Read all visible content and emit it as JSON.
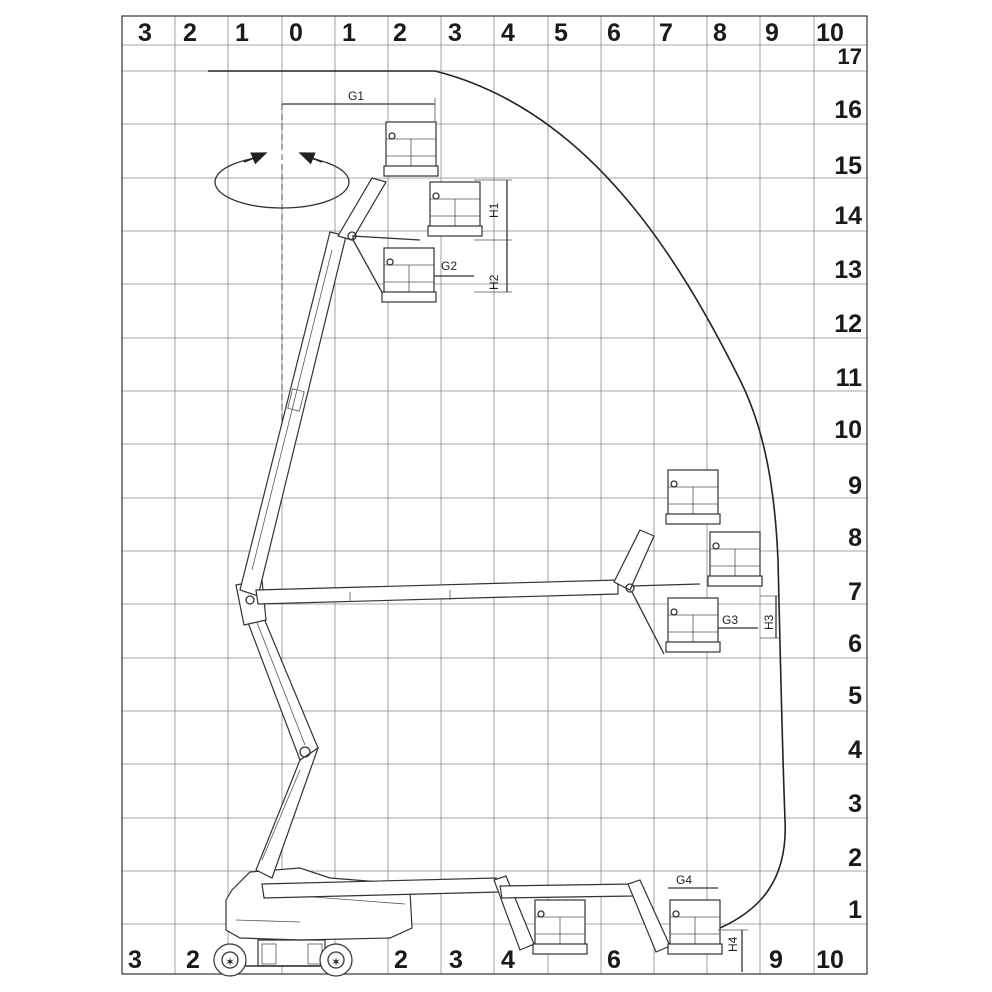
{
  "top_ticks": [
    "3",
    "2",
    "1",
    "0",
    "1",
    "2",
    "3",
    "4",
    "5",
    "6",
    "7",
    "8",
    "9",
    "10"
  ],
  "right_ticks": [
    "17",
    "16",
    "15",
    "14",
    "13",
    "12",
    "11",
    "10",
    "9",
    "8",
    "7",
    "6",
    "5",
    "4",
    "3",
    "2",
    "1"
  ],
  "bottom_ticks": [
    "3",
    "2",
    "2",
    "3",
    "4",
    "6",
    "9",
    "10"
  ],
  "dimensions": {
    "g1": "G1",
    "g2": "G2",
    "g3": "G3",
    "g4": "G4",
    "h1": "H1",
    "h2": "H2",
    "h3": "H3",
    "h4": "H4"
  }
}
